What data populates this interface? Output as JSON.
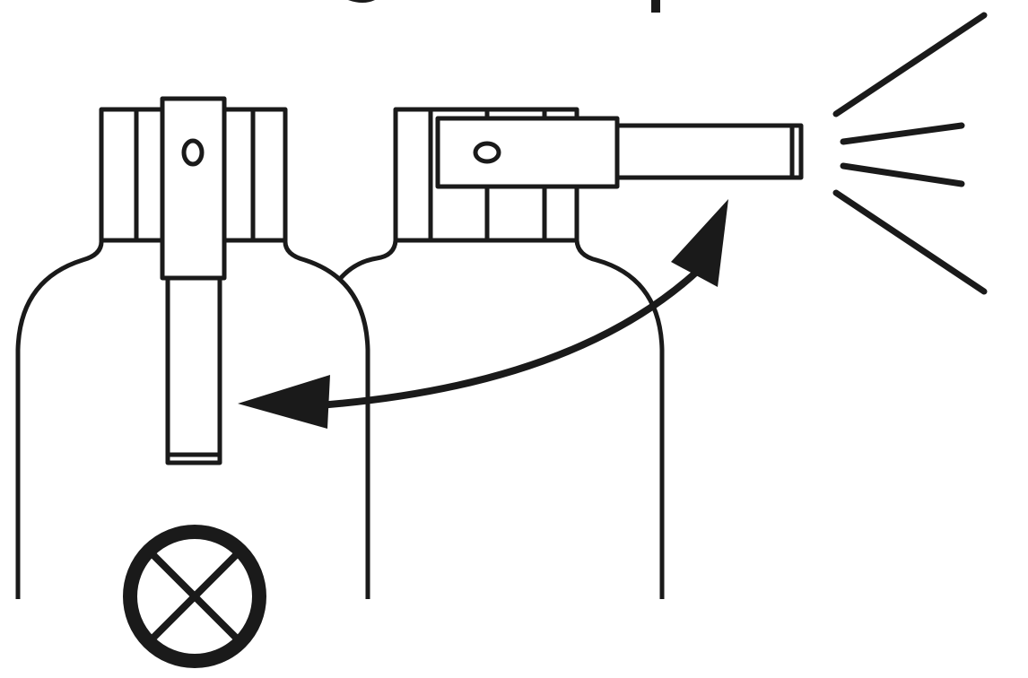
{
  "colors": {
    "stroke": "#1a1a1a",
    "background": "#ffffff"
  },
  "icons": [
    "spray-bottle-closed-nozzle",
    "spray-bottle-open-nozzle",
    "rotate-arrow",
    "spray-lines",
    "prohibited-x-icon"
  ]
}
